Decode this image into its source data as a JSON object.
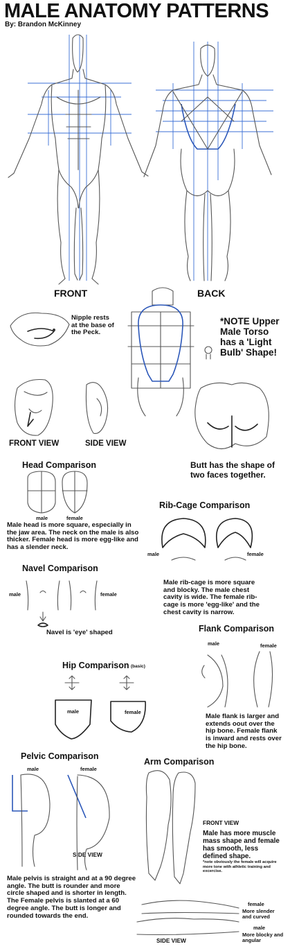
{
  "header": {
    "title": "MALE ANATOMY PATTERNS",
    "author": "By: Brandon McKinney"
  },
  "figures": {
    "front_label": "FRONT",
    "back_label": "BACK"
  },
  "torso": {
    "nipple_note": "Nipple rests at the base of the Peck.",
    "front_view": "FRONT VIEW",
    "side_view": "SIDE VIEW",
    "note_text": "*NOTE Upper Male Torso has a 'Light Bulb' Shape!",
    "butt_note": "Butt has the shape of two faces together."
  },
  "head": {
    "heading": "Head Comparison",
    "male": "male",
    "female": "female",
    "text": "Male head is more square, especially in the jaw area. The neck on the male is also thicker. Female head is more egg-like and has a slender neck."
  },
  "ribcage": {
    "heading": "Rib-Cage Comparison",
    "male": "male",
    "female": "female",
    "text": "Male rib-cage is more square and blocky. The male chest cavity is wide. The female rib-cage is more 'egg-like' and the chest cavity is narrow."
  },
  "navel": {
    "heading": "Navel Comparison",
    "male": "male",
    "female": "female",
    "text": "Navel is 'eye' shaped"
  },
  "flank": {
    "heading": "Flank Comparison",
    "male": "male",
    "female": "female",
    "text": "Male flank is larger and extends oout over the hip bone. Female flank is inward and rests over the hip bone."
  },
  "hip": {
    "heading": "Hip Comparison",
    "basic": "(basic)",
    "male": "male",
    "female": "female"
  },
  "pelvic": {
    "heading": "Pelvic Comparison",
    "male": "male",
    "female": "female",
    "side_view": "SIDE VIEW",
    "text": "Male pelvis is straight and at a 90 degree angle. The butt is rounder and more circle shaped and is shorter in length. The Female pelvis is slanted at a 60 degree angle. The butt is longer and rounded towards the end."
  },
  "arm": {
    "heading": "Arm Comparison",
    "front_view": "FRONT VIEW",
    "text": "Male has more muscle mass shape and female has smooth, less defined shape.",
    "footnote": "*note obviously the female will acquire more tone with athletic training and excercise.",
    "female": "female",
    "female_desc": "More slender and curved",
    "male": "male",
    "male_desc": "More blocky and angular",
    "side_view": "SIDE VIEW"
  }
}
